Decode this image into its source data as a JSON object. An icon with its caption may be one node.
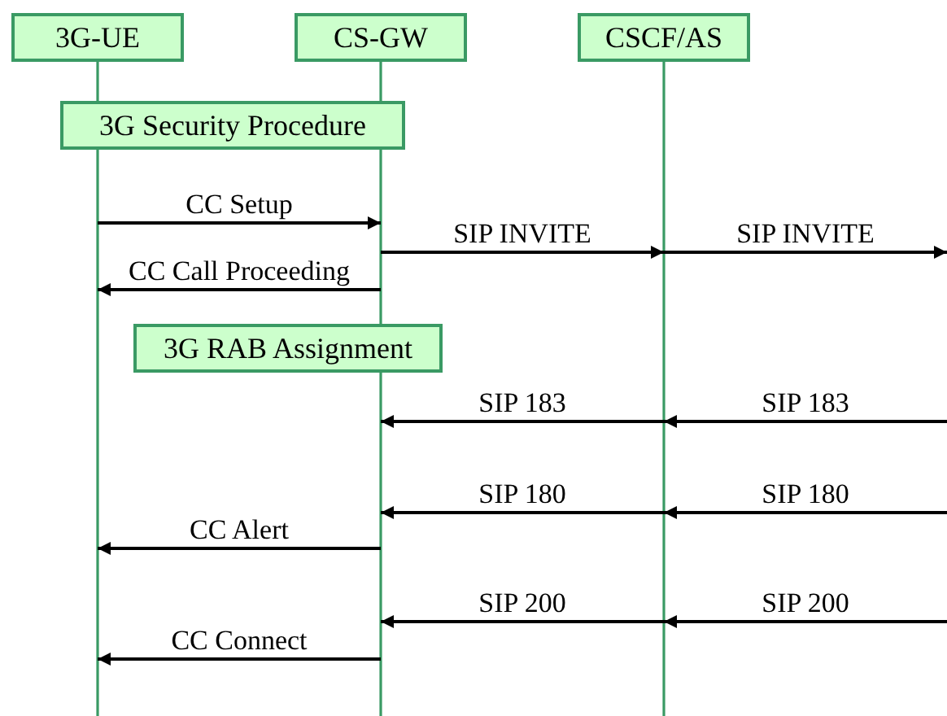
{
  "diagram": {
    "nodes": [
      {
        "text": [
          "3G-UE"
        ]
      },
      {
        "text": [
          "CS-GW"
        ]
      },
      {
        "text": [
          "CSCF/AS"
        ]
      },
      {
        "text": [
          "3G Security Procedure"
        ]
      },
      {
        "text": [
          "3G RAB Assignment"
        ]
      }
    ],
    "edges": [
      {
        "from": 0,
        "to": 1,
        "arrow": "to",
        "label": "CC Setup"
      },
      {
        "from": 1,
        "to": 2,
        "arrow": "to",
        "label": "SIP INVITE"
      },
      {
        "from": 2,
        "to": null,
        "arrow": "to",
        "label": "SIP INVITE"
      },
      {
        "from": 1,
        "to": 0,
        "arrow": "to",
        "label": "CC Call Proceeding"
      },
      {
        "from": 2,
        "to": 1,
        "arrow": "to",
        "label": "SIP 183"
      },
      {
        "from": null,
        "to": 2,
        "arrow": "to",
        "label": "SIP 183"
      },
      {
        "from": 2,
        "to": 1,
        "arrow": "to",
        "label": "SIP 180"
      },
      {
        "from": null,
        "to": 2,
        "arrow": "to",
        "label": "SIP 180"
      },
      {
        "from": 1,
        "to": 0,
        "arrow": "to",
        "label": "CC Alert"
      },
      {
        "from": 2,
        "to": 1,
        "arrow": "to",
        "label": "SIP 200"
      },
      {
        "from": null,
        "to": 2,
        "arrow": "to",
        "label": "SIP 200"
      },
      {
        "from": 1,
        "to": 0,
        "arrow": "to",
        "label": "CC Connect"
      }
    ]
  }
}
